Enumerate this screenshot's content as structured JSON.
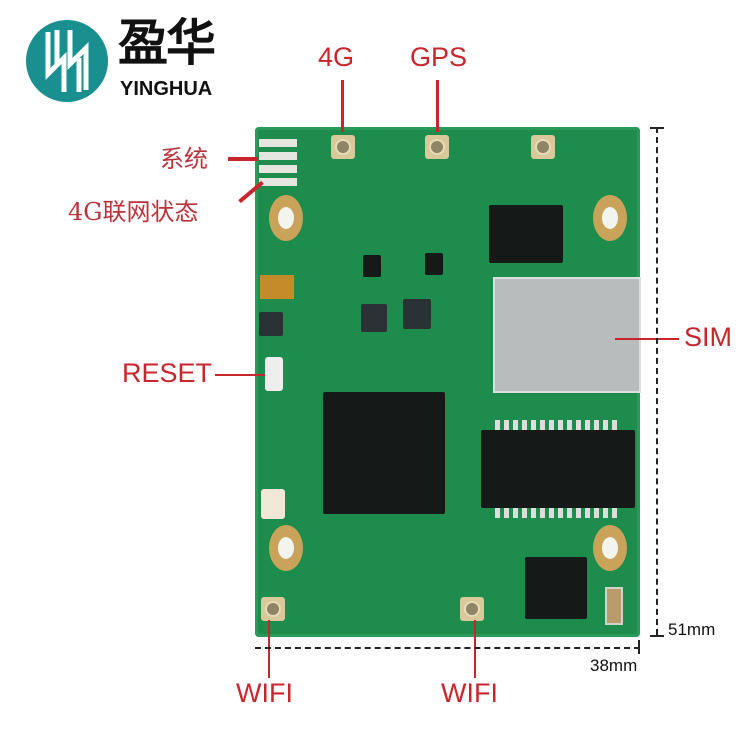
{
  "logo": {
    "cn": "盈华",
    "en": "YINGHUA",
    "color": "#1a8f8f"
  },
  "labels": {
    "antenna_4g": "4G",
    "gps": "GPS",
    "system": "系统",
    "net_status": "4G联网状态",
    "reset": "RESET",
    "sim": "SIM",
    "wifi_left": "WIFI",
    "wifi_right": "WIFI"
  },
  "dimensions": {
    "height": "51mm",
    "width": "38mm"
  },
  "colors": {
    "label": "#c8262c",
    "board": "#1d8c4c"
  }
}
